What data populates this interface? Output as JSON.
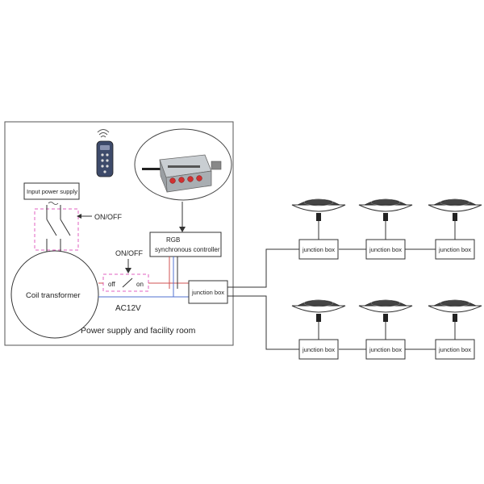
{
  "room": {
    "title": "Power supply and facility room",
    "input_power_label": "Input power supply",
    "on_off_main": "ON/OFF",
    "on_off_secondary": "ON/OFF",
    "switch_off": "off",
    "switch_on": "on",
    "transformer_label": "Coil transformer",
    "voltage_label": "AC12V",
    "controller_line1": "RGB",
    "controller_line2": "synchronous controller",
    "junction_main": "junction box"
  },
  "junction_boxes": [
    {
      "label": "junction box"
    },
    {
      "label": "junction box"
    },
    {
      "label": "junction box"
    },
    {
      "label": "junction box"
    },
    {
      "label": "junction box"
    },
    {
      "label": "junction box"
    }
  ],
  "colors": {
    "line": "#333333",
    "switch_dash": "#e060c0",
    "wire_red": "#d05050",
    "wire_blue": "#5070d0",
    "device_body": "#bfc4c8",
    "button_red": "#d03030"
  }
}
